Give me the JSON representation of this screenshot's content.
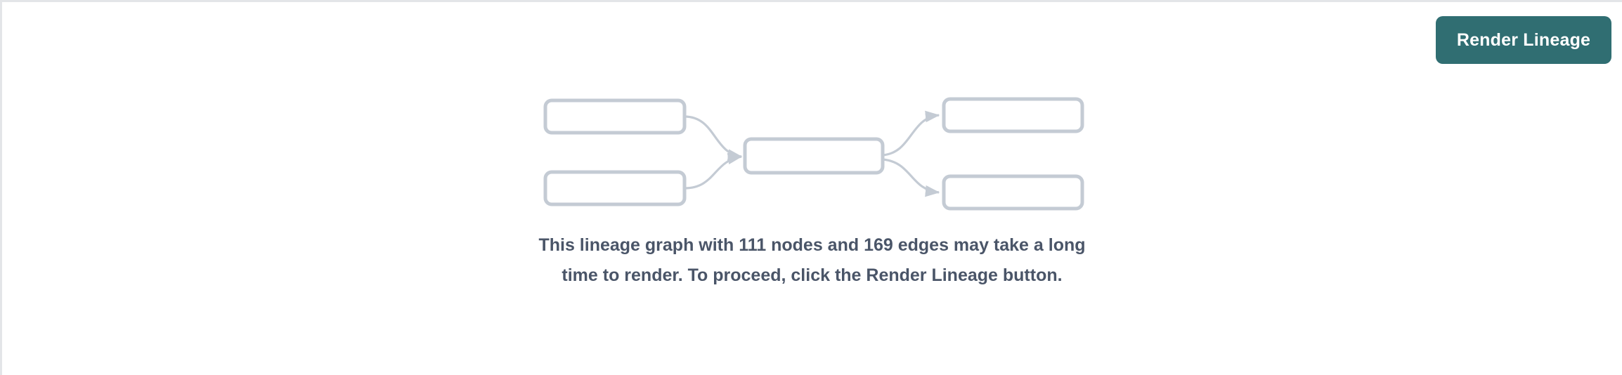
{
  "page": {
    "background_color": "#ffffff",
    "border_color": "#e3e5e8"
  },
  "toolbar": {
    "render_button_label": "Render Lineage",
    "render_button_color": "#306E72",
    "render_button_text_color": "#ffffff"
  },
  "graph_placeholder": {
    "node_border_color": "#c4cbd4",
    "edge_color": "#c4cbd4",
    "node_count_shown": 5,
    "edge_count_shown": 4,
    "nodes": [
      {
        "id": "left-top",
        "label": ""
      },
      {
        "id": "left-bottom",
        "label": ""
      },
      {
        "id": "center",
        "label": ""
      },
      {
        "id": "right-top",
        "label": ""
      },
      {
        "id": "right-bottom",
        "label": ""
      }
    ]
  },
  "message": {
    "text": "This lineage graph with 111 nodes and 169 edges may take a long time to render. To proceed, click the Render Lineage button.",
    "node_count": 111,
    "edge_count": 169,
    "text_color": "#4a5568"
  }
}
